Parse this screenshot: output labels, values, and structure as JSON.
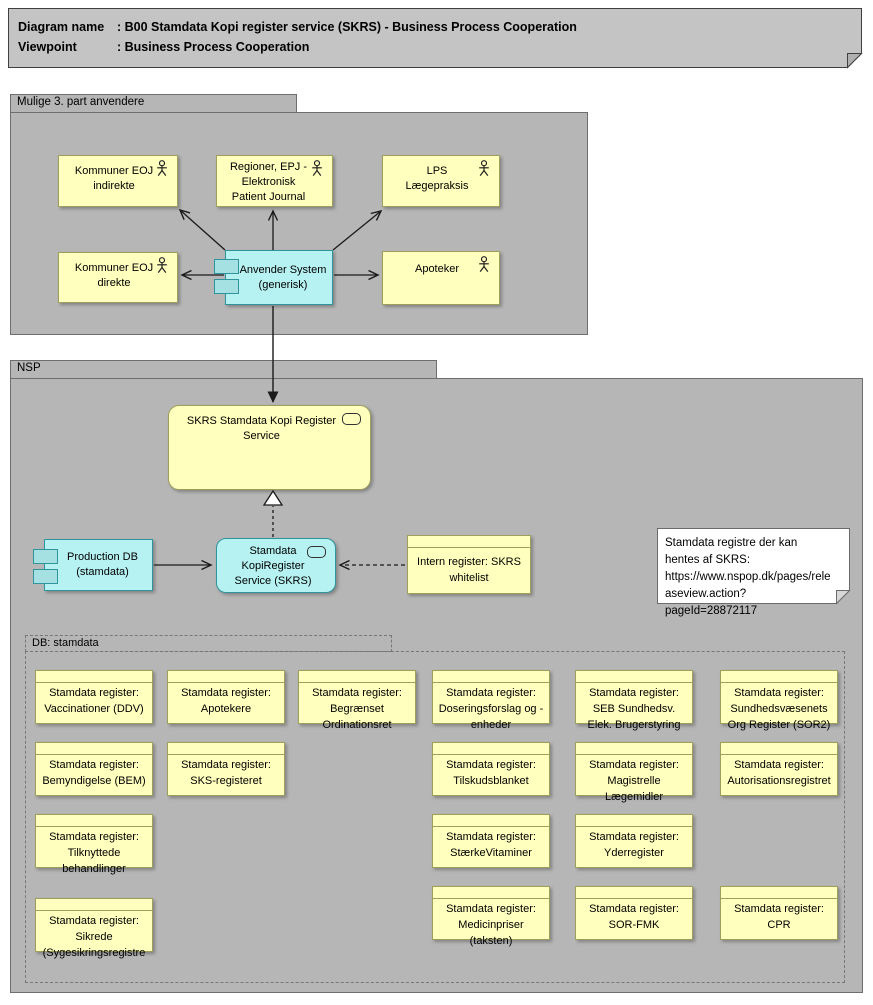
{
  "title_block": {
    "rows": [
      {
        "label": "Diagram name",
        "value": ": B00 Stamdata Kopi register service (SKRS) - Business Process Cooperation"
      },
      {
        "label": "Viewpoint",
        "value": ": Business Process Cooperation"
      }
    ]
  },
  "groups": {
    "third_party": {
      "label": "Mulige 3. part anvendere"
    },
    "nsp": {
      "label": "NSP"
    },
    "db": {
      "label": "DB: stamdata"
    }
  },
  "actors": {
    "kommuner_indirekte": "Kommuner EOJ indirekte",
    "regioner": "Regioner, EPJ - Elektronisk Patient Journal",
    "lps": "LPS Lægepraksis",
    "kommuner_direkte": "Kommuner EOJ direkte",
    "apoteker": "Apoteker"
  },
  "applications": {
    "anvender_system": "Anvender System (generisk)",
    "production_db": "Production DB (stamdata)",
    "skrs_component": "Stamdata KopiRegister Service (SKRS)"
  },
  "services": {
    "skrs_service": "SKRS Stamdata Kopi Register Service"
  },
  "objects": {
    "whitelist": "Intern register: SKRS whitelist"
  },
  "note": {
    "text": "Stamdata registre der kan hentes af SKRS: https://www.nspop.dk/pages/releaseview.action?pageId=28872117"
  },
  "registers": [
    "Stamdata register: Vaccinationer (DDV)",
    "Stamdata register: Apotekere",
    "Stamdata register: Begrænset Ordinationsret",
    "Stamdata register: Doseringsforslag og -enheder",
    "Stamdata register: SEB Sundhedsv. Elek. Brugerstyring",
    "Stamdata register: Sundhedsvæsenets Org Register (SOR2)",
    "Stamdata register: Bemyndigelse (BEM)",
    "Stamdata register: SKS-registeret",
    "Stamdata register: Tilskudsblanket",
    "Stamdata register: Magistrelle Lægemidler",
    "Stamdata register: Autorisationsregistret",
    "Stamdata register: Tilknyttede behandlinger",
    "Stamdata register: StærkeVitaminer",
    "Stamdata register: Yderregister",
    "Stamdata register: Sikrede (Sygesikringsregistre",
    "Stamdata register: Medicinpriser (taksten)",
    "Stamdata register: SOR-FMK",
    "Stamdata register: CPR"
  ],
  "colors": {
    "business_yellow": "#ffffbe",
    "yellow_border": "#9f9f5c",
    "application_cyan": "#b7f2f2",
    "cyan_border": "#2f949c",
    "group_gray": "#b6b6b6",
    "title_note_gray": "#c4c4c4",
    "note_white": "#ffffff",
    "arrow_black": "#1a1a1a"
  }
}
